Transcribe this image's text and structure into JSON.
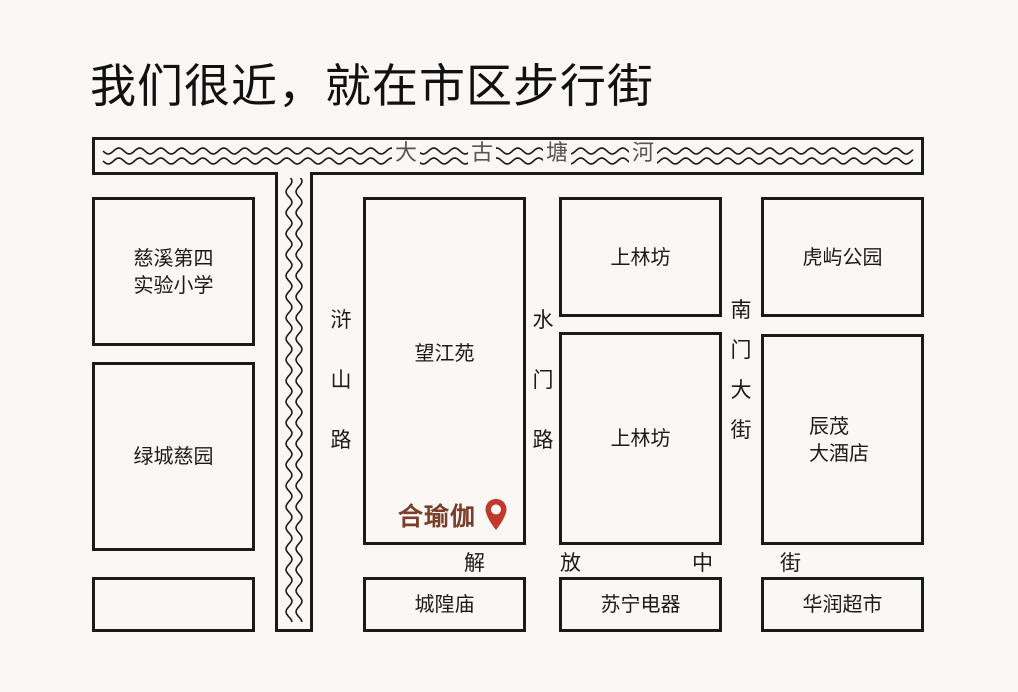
{
  "title": "我们很近，就在市区步行街",
  "river": {
    "main_name_chars": [
      "大",
      "古",
      "塘",
      "河"
    ]
  },
  "roads": {
    "hushan": "浒\n山\n路",
    "shuimen": "水\n门\n路",
    "nanmen": "南\n门\n大\n街",
    "jiefang_chars": [
      "解",
      "放",
      "中",
      "街"
    ]
  },
  "blocks": {
    "cixi_school": "慈溪第四\n实验小学",
    "lvcheng": "绿城慈园",
    "bottom_left": "",
    "wangjiangyuan": "望江苑",
    "chenghuangmiao": "城隍庙",
    "shanglinfang_top": "上林坊",
    "shanglinfang": "上林坊",
    "suning": "苏宁电器",
    "huyu_park": "虎屿公园",
    "chenmao_hotel": "辰茂\n大酒店",
    "huarun": "华润超市"
  },
  "marker": {
    "label": "合瑜伽",
    "color": "#c0392b"
  },
  "colors": {
    "background": "#fbf7f4",
    "line": "#1a1a1a",
    "marker_text": "#7a3e2c",
    "pin": "#c0392b"
  }
}
